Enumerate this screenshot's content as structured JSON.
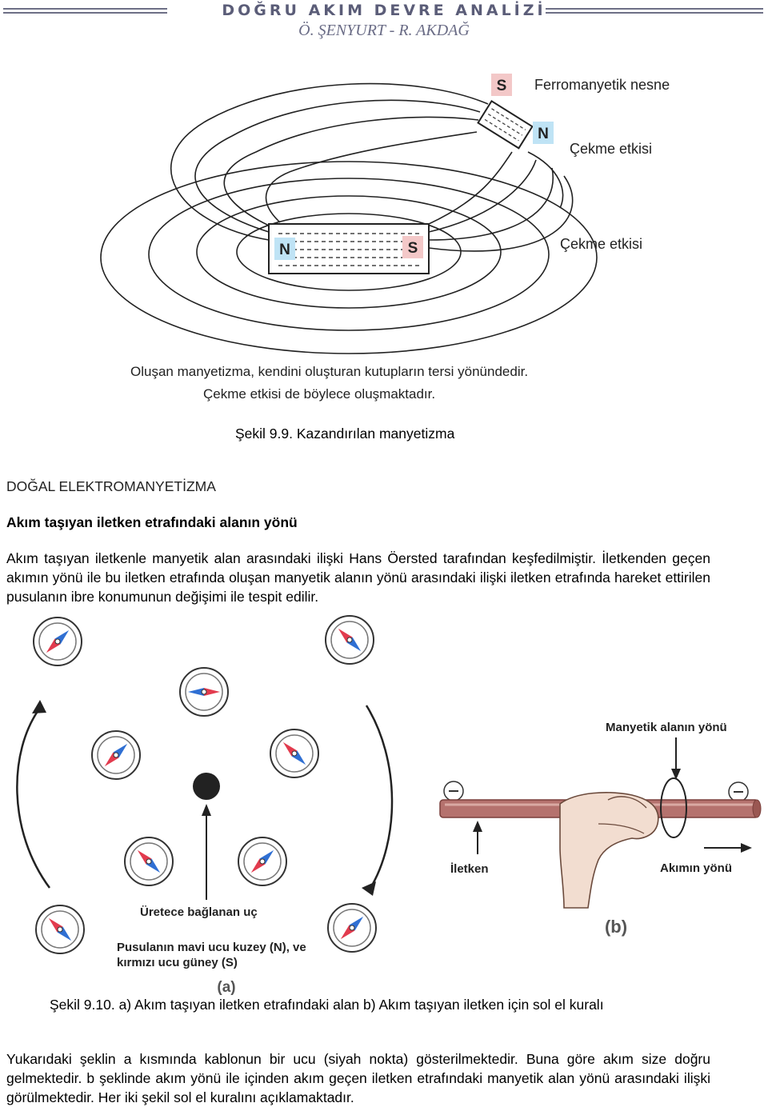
{
  "header": {
    "title": "DOĞRU AKIM DEVRE ANALİZİ",
    "authors": "Ö. ŞENYURT - R. AKDAĞ"
  },
  "figure1": {
    "pole_s_top": "S",
    "pole_n_top": "N",
    "ferro_label": "Ferromanyetik nesne",
    "pull_label_1": "Çekme etkisi",
    "magnet_n": "N",
    "magnet_s": "S",
    "pull_label_2": "Çekme etkisi",
    "note_line1": "Oluşan manyetizma, kendini oluşturan kutupların tersi yönündedir.",
    "note_line2": "Çekme etkisi de böylece oluşmaktadır.",
    "caption": "Şekil 9.9. Kazandırılan manyetizma"
  },
  "section": {
    "heading": "DOĞAL ELEKTROMANYETİZMA",
    "subheading": "Akım taşıyan iletken etrafındaki alanın yönü",
    "paragraph": "Akım taşıyan iletkenle manyetik alan arasındaki ilişki Hans Öersted tarafından keşfedilmiştir. İletkenden geçen akımın yönü ile bu iletken etrafında oluşan manyetik alanın yönü arasındaki ilişki iletken etrafında hareket ettirilen pusulanın ibre konumunun değişimi ile tespit edilir."
  },
  "figure2": {
    "label_source": "Üretece bağlanan uç",
    "legend_line1": "Pusulanın mavi ucu kuzey (N), ve",
    "legend_line2": "kırmızı ucu güney (S)",
    "label_a": "(a)",
    "label_field": "Manyetik alanın yönü",
    "label_conductor": "İletken",
    "label_current": "Akımın yönü",
    "label_b": "(b)",
    "caption": "Şekil 9.10. a) Akım taşıyan iletken etrafındaki alan b) Akım taşıyan iletken için sol el kuralı"
  },
  "closing_paragraph": "Yukarıdaki şeklin a kısmında kablonun bir ucu (siyah nokta) gösterilmektedir. Buna göre akım size doğru gelmektedir. b şeklinde akım yönü ile içinden akım geçen iletken etrafındaki manyetik alan yönü arasındaki ilişki görülmektedir. Her iki şekil sol el kuralını açıklamaktadır.",
  "colors": {
    "header": "#5b5d78",
    "pole_n": "#bfe3f5",
    "pole_s": "#f3c8c8",
    "compass_blue": "#2f6fd3",
    "compass_red": "#e23b4e",
    "rod": "#b5726e"
  }
}
